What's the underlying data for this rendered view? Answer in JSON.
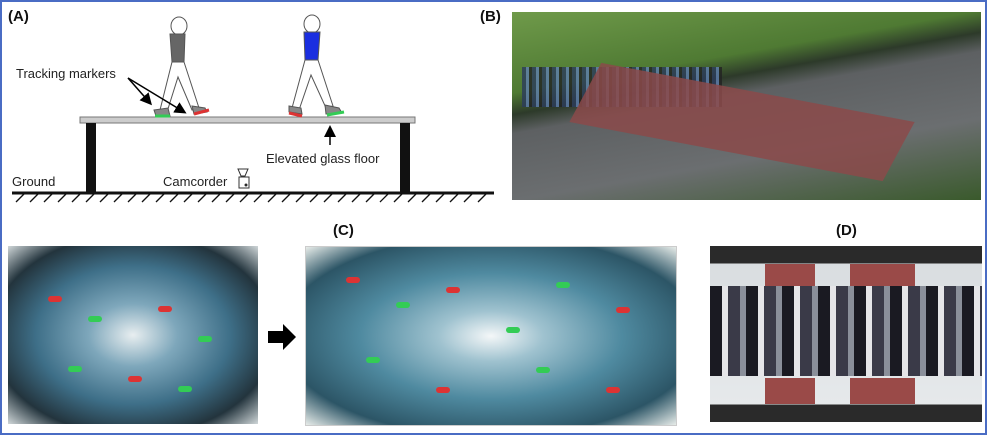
{
  "panels": {
    "a": {
      "label": "(A)",
      "tracking_markers": "Tracking markers",
      "elevated_glass_floor": "Elevated glass floor",
      "ground": "Ground",
      "camcorder": "Camcorder"
    },
    "b": {
      "label": "(B)"
    },
    "c": {
      "label": "(C)"
    },
    "d": {
      "label": "(D)"
    }
  },
  "colors": {
    "border": "#4a6cc4",
    "marker_green": "#33cc55",
    "marker_red": "#dd3333",
    "shirt_gray": "#666666",
    "shirt_blue": "#1a2ee0"
  }
}
